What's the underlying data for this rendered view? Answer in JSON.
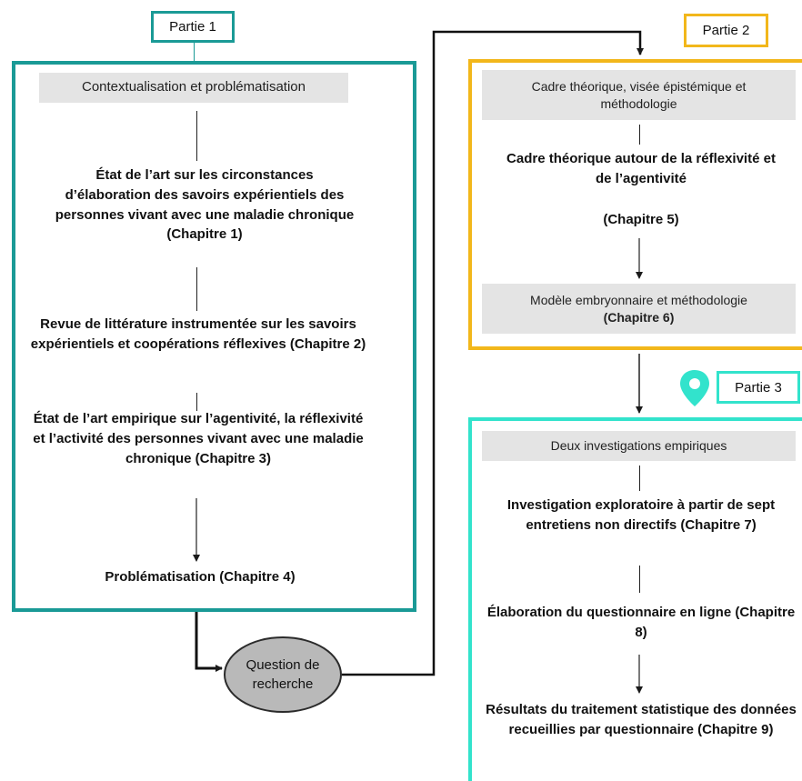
{
  "colors": {
    "partie1": "#1a9a96",
    "partie2": "#f2b71b",
    "partie3": "#32e3cc",
    "header_bg": "#e4e4e4",
    "ellipse_fill": "#b9b9b9"
  },
  "partie1": {
    "tag": "Partie 1",
    "header": "Contextualisation et problématisation",
    "items": [
      "État de l’art sur les circonstances d’élaboration des savoirs expérientiels des personnes vivant avec une maladie chronique (Chapitre 1)",
      "Revue de littérature instrumentée sur les savoirs expérientiels et coopérations réflexives (Chapitre 2)",
      "État de l’art empirique sur l’agentivité, la réflexivité et l’activité des personnes vivant avec une maladie chronique (Chapitre 3)",
      "Problématisation (Chapitre 4)"
    ]
  },
  "question": {
    "label": "Question de recherche"
  },
  "partie2": {
    "tag": "Partie 2",
    "header": "Cadre théorique, visée épistémique et méthodologie",
    "item1_title": "Cadre théorique autour de la réflexivité et de l’agentivité",
    "item1_chapter": "(Chapitre 5)",
    "box2_line1": "Modèle embryonnaire et méthodologie",
    "box2_line2": "(Chapitre 6)"
  },
  "partie3": {
    "tag": "Partie 3",
    "icon": "location-pin-icon",
    "header": "Deux investigations empiriques",
    "items": [
      "Investigation exploratoire à partir de sept entretiens non directifs (Chapitre 7)",
      "Élaboration du questionnaire en ligne (Chapitre 8)",
      "Résultats du traitement statistique des données recueillies par questionnaire (Chapitre 9)"
    ]
  }
}
